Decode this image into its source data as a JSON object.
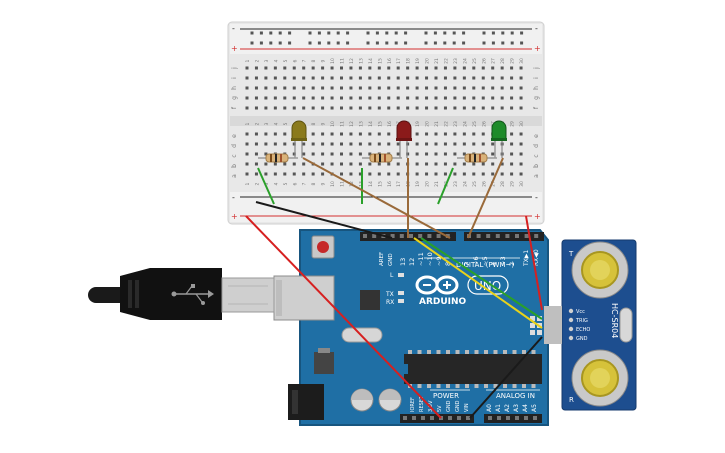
{
  "breadboard": {
    "columns": [
      "1",
      "2",
      "3",
      "4",
      "5",
      "6",
      "7",
      "8",
      "9",
      "10",
      "11",
      "12",
      "13",
      "14",
      "15",
      "16",
      "17",
      "18",
      "19",
      "20",
      "21",
      "22",
      "23",
      "24",
      "25",
      "26",
      "27",
      "28",
      "29",
      "30"
    ],
    "rows_top": [
      "j",
      "i",
      "h",
      "g",
      "f"
    ],
    "rows_bottom": [
      "e",
      "d",
      "c",
      "b",
      "a"
    ],
    "rail_plus": "+",
    "rail_minus": "-"
  },
  "leds": [
    {
      "color_name": "yellow",
      "color": "#8a7a1c"
    },
    {
      "color_name": "red",
      "color": "#8b1a1a"
    },
    {
      "color_name": "green",
      "color": "#1e8b2a"
    }
  ],
  "arduino": {
    "brand": "ARDUINO",
    "model": "UNO",
    "digital_header": "DIGITAL (PWM~)",
    "power_header": "POWER",
    "analog_header": "ANALOG IN",
    "aref": "AREF",
    "gnd": "GND",
    "pin_13": "13",
    "pin_12": "12",
    "pin_11": "~11",
    "pin_10": "~10",
    "pin_9": "~9",
    "pin_8": "8",
    "pin_7": "7",
    "pin_6": "~6",
    "pin_5": "~5",
    "pin_4": "4",
    "pin_3": "~3",
    "pin_2": "2",
    "pin_tx1": "TX▶1",
    "pin_rx0": "RX◀0",
    "led_l": "L",
    "led_tx": "TX",
    "led_rx": "RX",
    "power_pins": [
      "IOREF",
      "RESET",
      "3.3V",
      "5V",
      "GND",
      "GND",
      "VIN"
    ],
    "analog_pins": [
      "A0",
      "A1",
      "A2",
      "A3",
      "A4",
      "A5"
    ]
  },
  "sensor": {
    "model": "HC-SR04",
    "pins": [
      "Vcc",
      "TRIG",
      "ECHO",
      "GND"
    ]
  },
  "colors": {
    "board_blue": "#1f6fa5",
    "board_dark": "#17557f",
    "breadboard": "#e6e6e6",
    "rail_red": "#d32f2f",
    "rail_black": "#222222",
    "wire_red": "#d62020",
    "wire_black": "#1a1a1a",
    "wire_brown": "#9a6a3a",
    "wire_green": "#2aa02a",
    "wire_yellow": "#e8d31a",
    "sensor_blue": "#1d4e8f"
  }
}
